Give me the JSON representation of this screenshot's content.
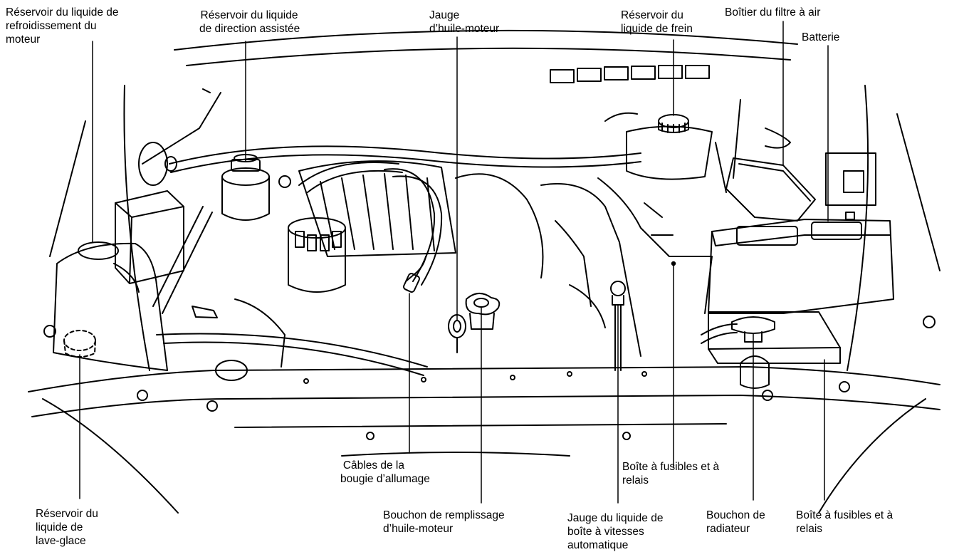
{
  "diagram": {
    "colors": {
      "line": "#000000",
      "background": "#ffffff"
    },
    "labels": {
      "coolant_reservoir": "Réservoir du liquide de\nrefroidissement du\nmoteur",
      "power_steering_reservoir": "Réservoir du liquide\nde direction assistée",
      "oil_dipstick": "Jauge\nd’huile-moteur",
      "brake_fluid_reservoir": "Réservoir du\nliquide de frein",
      "air_filter_housing": "Boîtier du filtre à air",
      "battery": "Batterie",
      "washer_reservoir": "Réservoir du\nliquide de\nlave-glace",
      "spark_plug_wires": "Câbles de la\nbougie d’allumage",
      "oil_filler_cap": "Bouchon de remplissage\nd’huile-moteur",
      "atf_dipstick": "Jauge du liquide de\nboîte à vitesses\nautomatique",
      "fuse_box_center": "Boîte à fusibles et à\nrelais",
      "radiator_cap": "Bouchon de\nradiateur",
      "fuse_box_right": "Boîte à fusibles et à\nrelais"
    }
  }
}
